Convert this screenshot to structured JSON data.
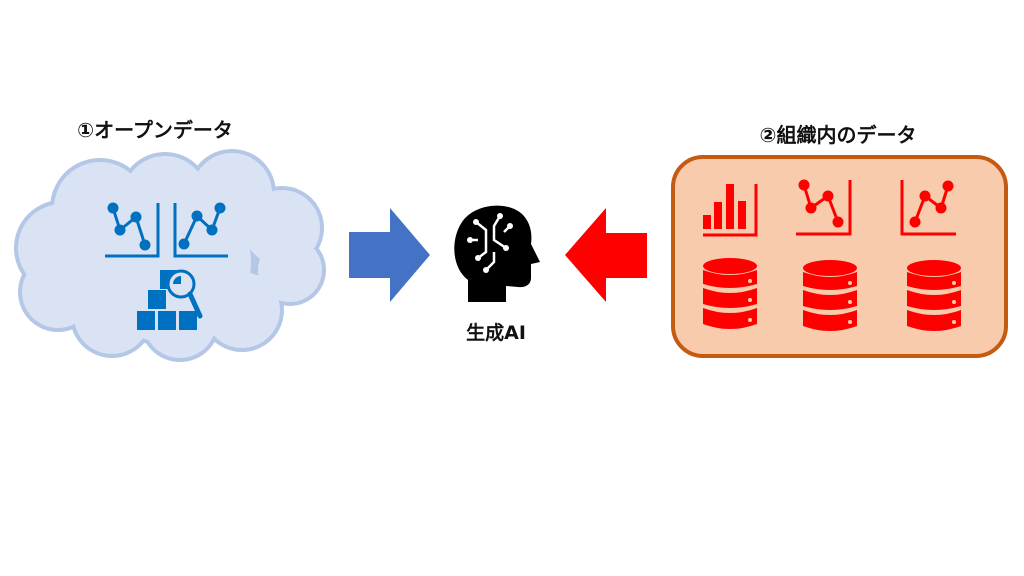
{
  "open_data": {
    "title": "①オープンデータ",
    "fill": "#dae3f3",
    "stroke": "#b4c7e7",
    "icon_color": "#0070c0"
  },
  "org_data": {
    "title": "②組織内のデータ",
    "fill": "#f8cbad",
    "stroke": "#c55a11",
    "icon_color": "#ff0000"
  },
  "center": {
    "label": "生成AI"
  },
  "arrows": {
    "left_color": "#4472c4",
    "right_color": "#ff0000"
  }
}
